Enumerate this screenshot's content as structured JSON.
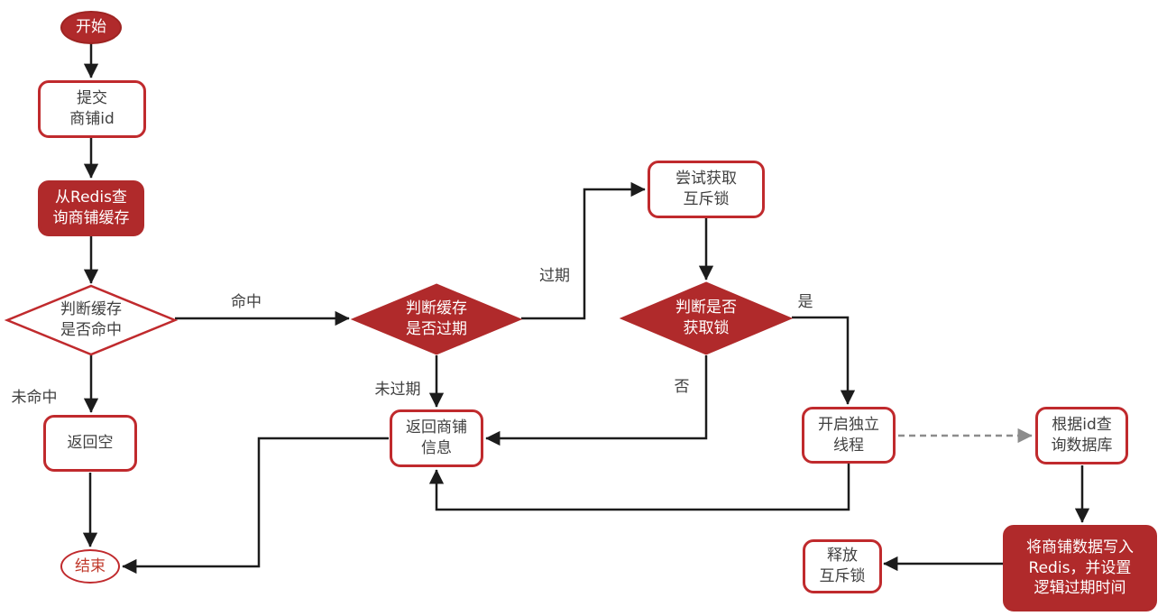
{
  "diagram": {
    "type": "flowchart",
    "colors": {
      "node_fill_red": "#b02a2b",
      "node_border_red": "#c02a2d",
      "node_text_dark": "#404040",
      "node_text_light": "#ffffff",
      "edge_color": "#1c1c1c",
      "dashed_edge_color": "#8c8c8c",
      "background": "#ffffff"
    },
    "nodes": {
      "start": {
        "label": "开始",
        "type": "terminator-filled"
      },
      "submit_shop_id": {
        "label": "提交\n商铺id",
        "type": "process"
      },
      "query_redis_cache": {
        "label": "从Redis查\n询商铺缓存",
        "type": "process-filled"
      },
      "check_cache_hit": {
        "label": "判断缓存\n是否命中",
        "type": "decision-outline"
      },
      "return_null": {
        "label": "返回空",
        "type": "process"
      },
      "end": {
        "label": "结束",
        "type": "terminator-outline"
      },
      "check_cache_expired": {
        "label": "判断缓存\n是否过期",
        "type": "decision-filled"
      },
      "return_shop_info": {
        "label": "返回商铺\n信息",
        "type": "process"
      },
      "try_acquire_mutex": {
        "label": "尝试获取\n互斥锁",
        "type": "process"
      },
      "check_lock_acquired": {
        "label": "判断是否\n获取锁",
        "type": "decision-filled"
      },
      "start_independent_thread": {
        "label": "开启独立\n线程",
        "type": "process"
      },
      "query_db_by_id": {
        "label": "根据id查\n询数据库",
        "type": "process"
      },
      "write_to_redis": {
        "label": "将商铺数据写入\nRedis，并设置\n逻辑过期时间",
        "type": "process-filled"
      },
      "release_mutex": {
        "label": "释放\n互斥锁",
        "type": "process"
      }
    },
    "edges": [
      {
        "from": "start",
        "to": "submit_shop_id",
        "label": ""
      },
      {
        "from": "submit_shop_id",
        "to": "query_redis_cache",
        "label": ""
      },
      {
        "from": "query_redis_cache",
        "to": "check_cache_hit",
        "label": ""
      },
      {
        "from": "check_cache_hit",
        "to": "check_cache_expired",
        "label": "命中"
      },
      {
        "from": "check_cache_hit",
        "to": "return_null",
        "label": "未命中"
      },
      {
        "from": "return_null",
        "to": "end",
        "label": ""
      },
      {
        "from": "check_cache_expired",
        "to": "try_acquire_mutex",
        "label": "过期"
      },
      {
        "from": "check_cache_expired",
        "to": "return_shop_info",
        "label": "未过期"
      },
      {
        "from": "try_acquire_mutex",
        "to": "check_lock_acquired",
        "label": ""
      },
      {
        "from": "check_lock_acquired",
        "to": "start_independent_thread",
        "label": "是"
      },
      {
        "from": "check_lock_acquired",
        "to": "return_shop_info",
        "label": "否"
      },
      {
        "from": "start_independent_thread",
        "to": "query_db_by_id",
        "label": "",
        "style": "dashed"
      },
      {
        "from": "start_independent_thread",
        "to": "return_shop_info",
        "label": ""
      },
      {
        "from": "return_shop_info",
        "to": "end",
        "label": ""
      },
      {
        "from": "query_db_by_id",
        "to": "write_to_redis",
        "label": ""
      },
      {
        "from": "write_to_redis",
        "to": "release_mutex",
        "label": ""
      }
    ]
  }
}
